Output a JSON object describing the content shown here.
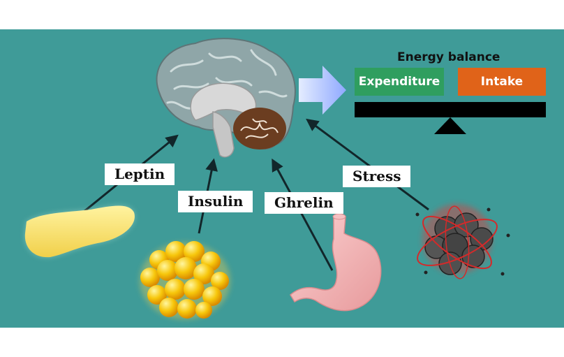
{
  "energy_balance": {
    "title": "Energy balance",
    "expenditure_label": "Expenditure",
    "intake_label": "Intake",
    "expenditure_color": "#2f9e5f",
    "intake_color": "#e06319"
  },
  "signals": {
    "leptin": "Leptin",
    "insulin": "Insulin",
    "ghrelin": "Ghrelin",
    "stress": "Stress"
  },
  "colors": {
    "background": "#3f9b98",
    "arrow": "#12262a",
    "beam": "#000000"
  },
  "icons": [
    "brain-icon",
    "pancreas-icon",
    "fat-cells-icon",
    "stomach-icon",
    "stress-icon",
    "big-arrow-icon"
  ]
}
